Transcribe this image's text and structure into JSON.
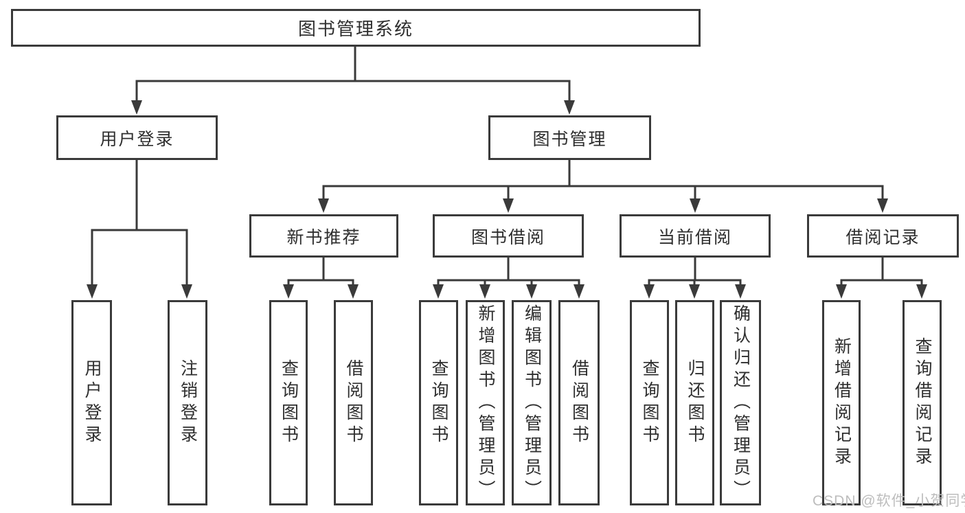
{
  "tree": {
    "root": {
      "label": "图书管理系统"
    },
    "branches": [
      {
        "label": "用户登录",
        "children": [
          {
            "label": "用户登录"
          },
          {
            "label": "注销登录"
          }
        ]
      },
      {
        "label": "图书管理",
        "children": [
          {
            "label": "新书推荐",
            "children": [
              {
                "label": "查询图书"
              },
              {
                "label": "借阅图书"
              }
            ]
          },
          {
            "label": "图书借阅",
            "children": [
              {
                "label": "查询图书"
              },
              {
                "label": "新增图书（管理员）"
              },
              {
                "label": "编辑图书（管理员）"
              },
              {
                "label": "借阅图书"
              }
            ]
          },
          {
            "label": "当前借阅",
            "children": [
              {
                "label": "查询图书"
              },
              {
                "label": "归还图书"
              },
              {
                "label": "确认归还（管理员）"
              }
            ]
          },
          {
            "label": "借阅记录",
            "children": [
              {
                "label": "新增借阅记录"
              },
              {
                "label": "查询借阅记录"
              }
            ]
          }
        ]
      }
    ]
  },
  "watermark": {
    "text": "CSDN @软件_小贺同学"
  },
  "colors": {
    "line": "#3a3a3a",
    "text": "#2e2e2e",
    "background": "#ffffff",
    "watermark": "#bdbdbd"
  }
}
